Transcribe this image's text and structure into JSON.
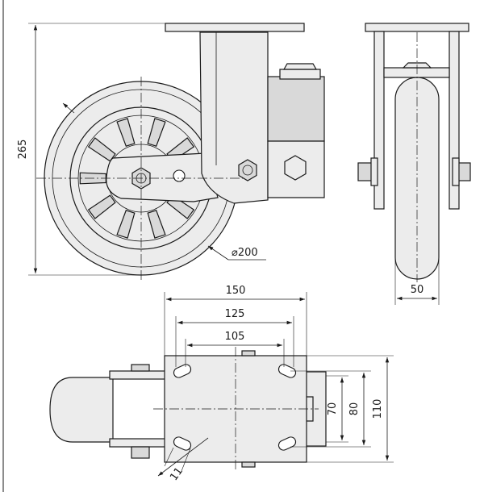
{
  "dimensions": {
    "overall_height": "265",
    "wheel_diameter": "⌀200",
    "wheel_width": "50",
    "plate_length": "150",
    "hole_spacing_long_outer": "125",
    "hole_spacing_long_inner": "105",
    "plate_width": "110",
    "hole_spacing_short_outer": "80",
    "hole_spacing_short_inner": "70",
    "slot_width": "11"
  }
}
